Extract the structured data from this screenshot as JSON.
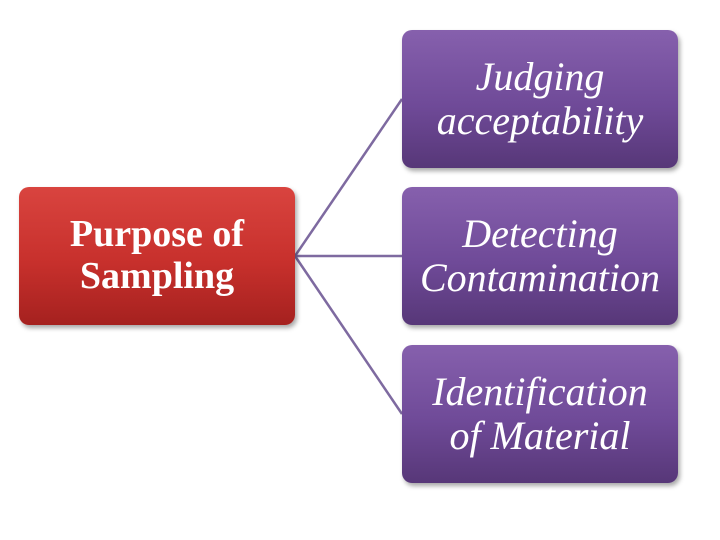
{
  "diagram": {
    "root": {
      "label": "Purpose of\nSampling",
      "color": "#c7302c"
    },
    "children": [
      {
        "label": "Judging\nacceptability"
      },
      {
        "label": "Detecting\nContamination"
      },
      {
        "label": "Identification\nof Material"
      }
    ],
    "child_color": "#6f4a98",
    "connector_color": "#7e6aa0"
  }
}
